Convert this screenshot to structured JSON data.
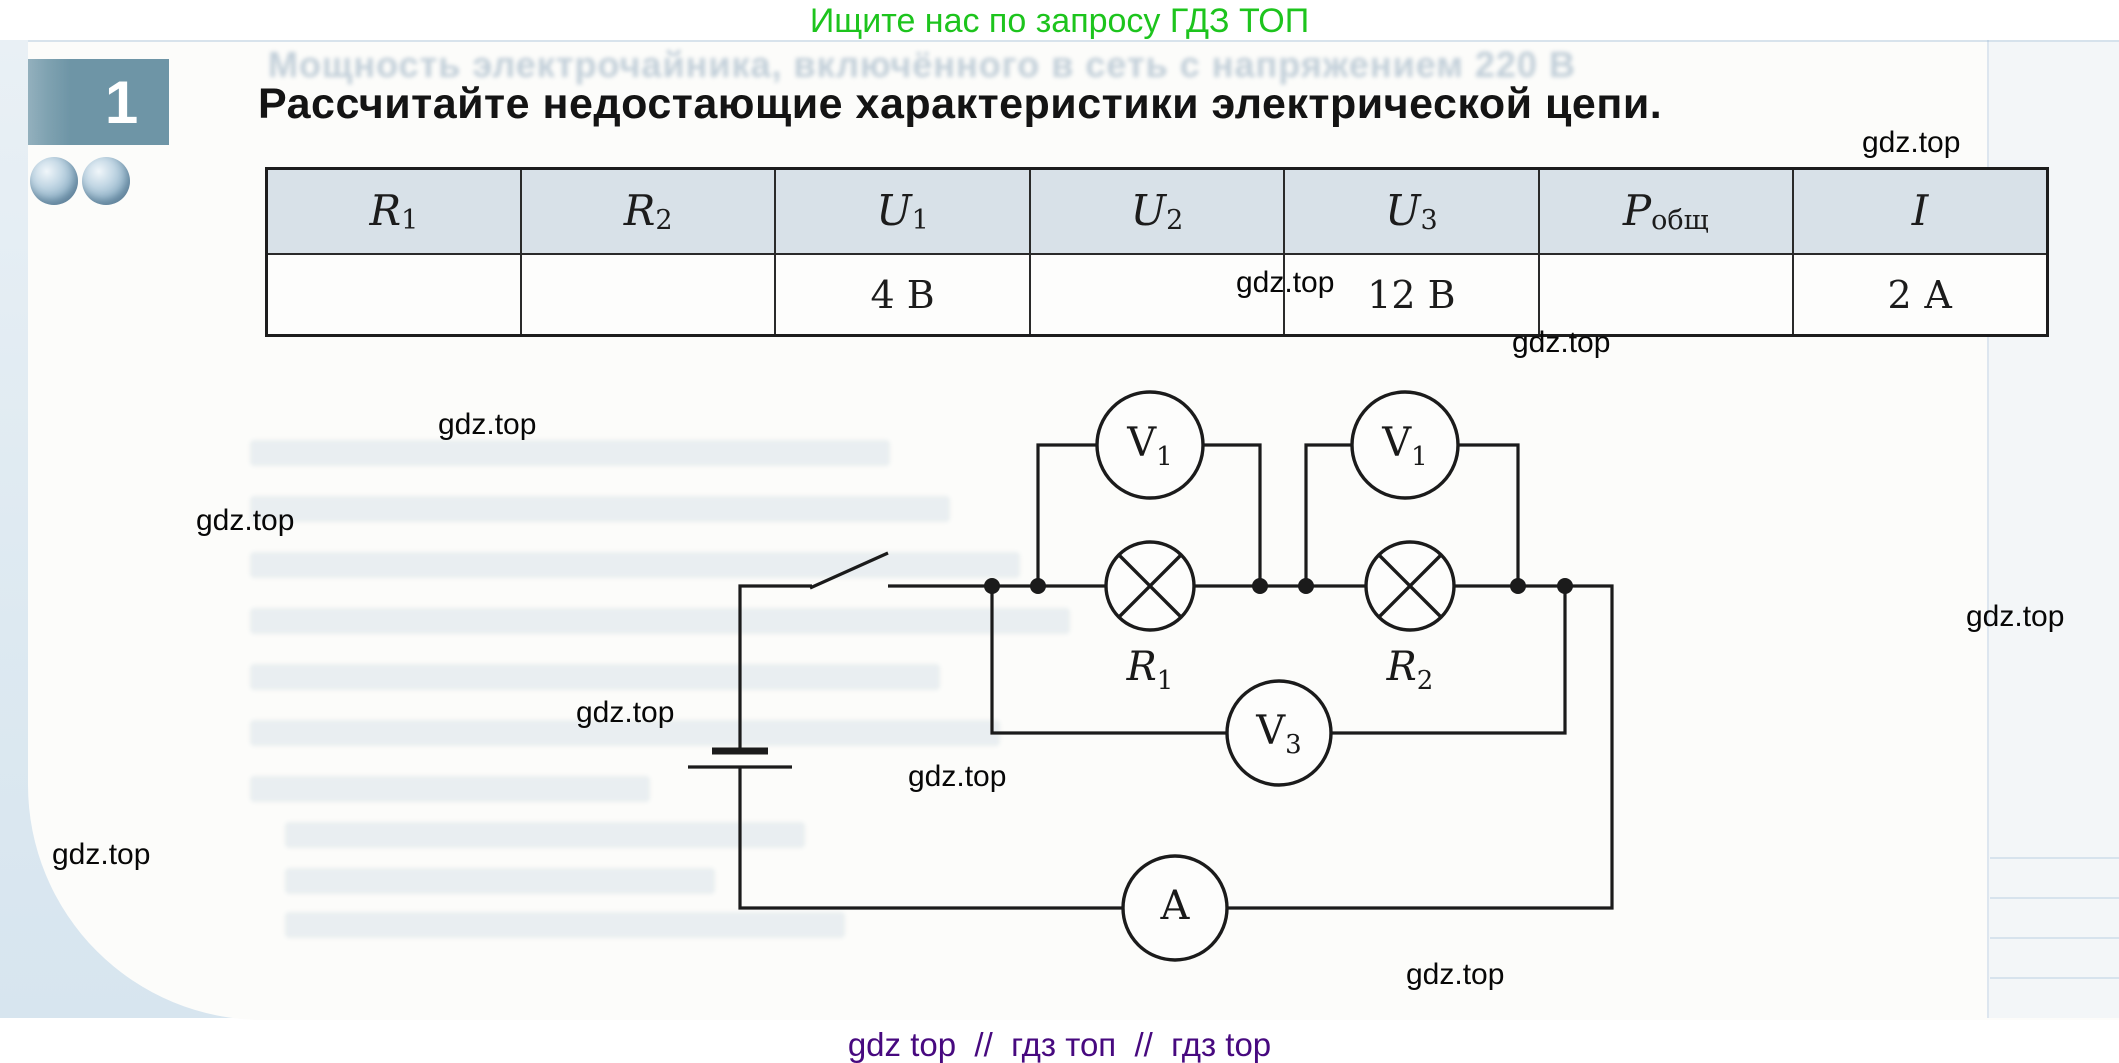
{
  "banner": {
    "text": "Ищите нас по запросу ГДЗ ТОП"
  },
  "ghost": {
    "line1": "Мощность электрочайника, включённого в сеть с напряжением 220 В"
  },
  "problem": {
    "number": "1",
    "title": "Рассчитайте недостающие характеристики электрической цепи."
  },
  "table": {
    "headers": [
      {
        "base": "R",
        "sub": "1"
      },
      {
        "base": "R",
        "sub": "2"
      },
      {
        "base": "U",
        "sub": "1"
      },
      {
        "base": "U",
        "sub": "2"
      },
      {
        "base": "U",
        "sub": "3"
      },
      {
        "base": "P",
        "sub": "общ"
      },
      {
        "base": "I",
        "sub": ""
      }
    ],
    "values": [
      "",
      "",
      "4 В",
      "",
      "12 В",
      "",
      "2 А"
    ]
  },
  "circuit": {
    "voltmeter_top_left": {
      "base": "V",
      "sub": "1"
    },
    "voltmeter_top_right": {
      "base": "V",
      "sub": "1"
    },
    "voltmeter_bottom": {
      "base": "V",
      "sub": "3"
    },
    "lamp_left": {
      "base": "R",
      "sub": "1"
    },
    "lamp_right": {
      "base": "R",
      "sub": "2"
    },
    "ammeter": {
      "base": "A",
      "sub": ""
    }
  },
  "watermark": {
    "text": "gdz.top"
  },
  "footer": {
    "text": "gdz top  //  гдз топ  //  гдз top"
  },
  "colors": {
    "banner_green": "#1dc41d",
    "footer_purple": "#47097f",
    "badge_teal": "#6e95a6",
    "table_header_bg": "#d8e1e8",
    "circuit_ink": "#1b1b1b"
  }
}
